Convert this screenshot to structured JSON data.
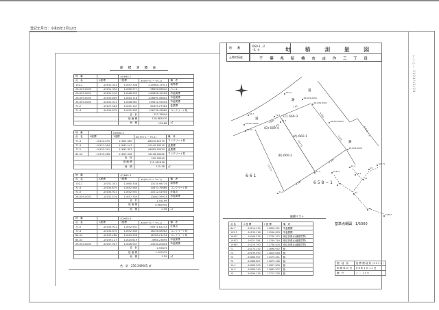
{
  "registration_date": "登記年月日：令和6年3月12日",
  "side_stamp": "ナンバー 2024/11/29",
  "left": {
    "title": "座 標 求 積 表",
    "headers": {
      "chiban": "地　番",
      "pt": "点　名",
      "x": "X座標",
      "y": "Y座標",
      "xy": "Xn(Yn+1 − Yn-1)",
      "note": "備　考"
    },
    "sum_labels": {
      "total": "合　計",
      "double": "倍 面 積",
      "area": "地　積",
      "unit": "㎡"
    },
    "tables": [
      {
        "parcel": "(A)660-1",
        "rows": [
          [
            "102-2",
            "-10152.341",
            "11657.338",
            "-120984.72911",
            "境界標"
          ],
          [
            "26-009-0000",
            "-10151.392",
            "11660.977",
            "-98656.08632",
            "ペンキ"
          ],
          [
            "26-009-0001",
            "-10152.512",
            "11648.905",
            "-163858.15264",
            "市金属標"
          ],
          [
            "26-009-0003",
            "-10150.809",
            "11644.718",
            "-206695.56602",
            "市金属標"
          ],
          [
            "26-009-0004",
            "-10152.011",
            "11648.961",
            "159612.93544",
            "市金属標"
          ],
          [
            "71-2",
            "-10127.564",
            "11641.147",
            "80325.27964",
            "金属標"
          ],
          [
            "71-4",
            "-10154.675",
            "11652.580",
            "196738.43880",
            "コンクリート杭"
          ]
        ],
        "total": "257.76694",
        "double": "128.883470",
        "area": "128.88"
      },
      {
        "parcel": "(B)660-2",
        "rows": [
          [
            "71-4",
            "-10154.675",
            "11652.580",
            "-68670.81075",
            "コンクリート杭"
          ],
          [
            "77-3",
            "-10127.564",
            "11641.147",
            "-19149.16915",
            "金属標"
          ],
          [
            "77-2",
            "-10152.341",
            "11632.397",
            "46655.50959",
            "金属標"
          ],
          [
            "84-10",
            "-10159.286",
            "11625.506",
            "16138.26062",
            "コンクリート杭"
          ]
        ],
        "total": "250.76049",
        "double": "125.381838",
        "area": "125.38"
      },
      {
        "parcel": "(C)660-3",
        "rows": [
          [
            "102-2",
            "-10152.341",
            "11660.338",
            "13135.98774",
            "境界標"
          ],
          [
            "71-4",
            "-10154.675",
            "11652.580",
            "10870.76666",
            "コンクリート杭"
          ],
          [
            "71-5",
            "-10154.921",
            "11652.901",
            "-10212.41904",
            "計算点"
          ],
          [
            "26-009-0002",
            "-10152.514",
            "11657.330",
            "-13080.39913",
            "市金属標"
          ]
        ],
        "total": "1.93199",
        "double": "0.965995",
        "area": "0.96"
      },
      {
        "parcel": "(D)660-4",
        "rows": [
          [
            "71-5",
            "-10154.921",
            "11652.901",
            "-95971.62233",
            "計算点"
          ],
          [
            "71-4",
            "-10154.675",
            "11652.580",
            "18156.58062",
            "コンクリート杭"
          ],
          [
            "84-10",
            "-10159.286",
            "11625.506",
            "16785.21294",
            "コンクリート杭"
          ],
          [
            "84-03",
            "-10159.127",
            "11625.619",
            "-4964.23695",
            "市金属標"
          ],
          [
            "26-003-0002",
            "-10157.907",
            "11626.947",
            "-14034.20804",
            "市金属標"
          ]
        ],
        "total": "2.59875",
        "double": "1.299375",
        "area": "1.29"
      }
    ],
    "grand_total_label": "合　計",
    "grand_total": "256.349005",
    "grand_unit": "㎡"
  },
  "header": {
    "chiban_label": "地　　番",
    "chiban": "660-1, -2",
    "chiban2": "-3, -4",
    "location_label": "土地の所在",
    "location": "千 葉 県 船 橋 市 古 作 三 丁 目",
    "title": "地 積 測 量 図"
  },
  "map": {
    "parcels": [
      "(A) 660-1",
      "(B) 660-2",
      "(C) 660-3",
      "(D) 660-4"
    ],
    "neighbors": [
      "6 6 1",
      "6 5 8 − 1",
      "6 5 8 − 3"
    ],
    "road": [
      "道",
      "路",
      "道",
      "路"
    ],
    "points": [
      "102-2",
      "84-7",
      "26-009-0000",
      "26-009-0001",
      "26-009-0003",
      "26-009-0004",
      "26-002-0002",
      "84-10",
      "71-3",
      "71-4",
      "71-2",
      "71-2",
      "14-1",
      "14-2",
      "T4",
      "15",
      "10471",
      "10472",
      "T2",
      "T1",
      "T3",
      "10467"
    ],
    "distances": [
      "4.986",
      "2.931",
      "7.91",
      "6.953",
      "7.523",
      "8.104",
      "9.320",
      "12.177",
      "10.773"
    ]
  },
  "plist": {
    "title": "座標リスト",
    "headers": [
      "点 名",
      "X 座 標",
      "Y 座 標",
      "備　考"
    ],
    "rows": [
      [
        "84-7",
        "-10114.110",
        "11655.291",
        "市金属標"
      ],
      [
        "102-2",
        "-10133.118",
        "11556.953",
        "市金属標"
      ],
      [
        "10471",
        "-10049.376",
        "11730.375",
        "街区多角点(道路境界)"
      ],
      [
        "10472",
        "-10021.284",
        "11749.716",
        "街区多角点(道路境界)"
      ],
      [
        "10467",
        "-10229.760",
        "11736.404",
        "街区多角点(道路境界)"
      ],
      [
        "T1",
        "-10174.152",
        "11698.952",
        "鋲"
      ],
      [
        "T2",
        "-10199.590",
        "11620.048",
        "鋲"
      ],
      [
        "T3",
        "-10085.907",
        "11575.451",
        "鋲"
      ],
      [
        "T4",
        "-10086.807",
        "11673.146",
        "鋲"
      ],
      [
        "14-1",
        "-10065.993",
        "11657.006",
        "鋲"
      ],
      [
        "14-2",
        "-10089.743",
        "11663.307",
        "鋲"
      ],
      [
        "15",
        "-10099.118",
        "11712.378",
        "鋲"
      ]
    ]
  },
  "netmap": {
    "label": "基準点網図",
    "scale": "1/5000"
  },
  "info": [
    [
      "測 地 系",
      "世界測地系(2011)"
    ],
    [
      "申請年月日",
      "R6年1月12日"
    ],
    [
      "縮 尺",
      "1 : 250"
    ]
  ]
}
